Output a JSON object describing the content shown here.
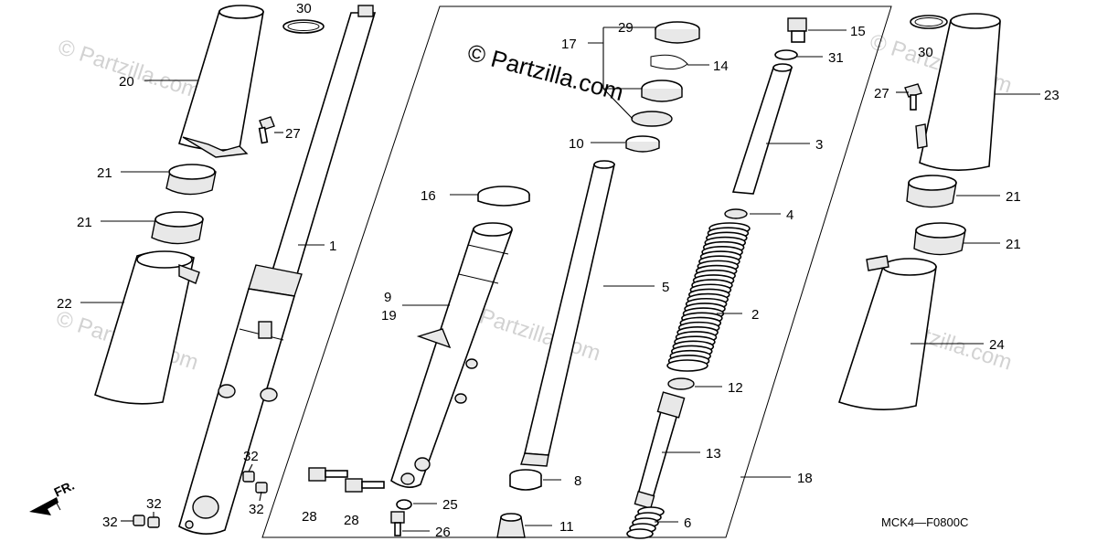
{
  "watermark": "© Partzilla.com",
  "copyright": "© Partzilla.com",
  "diagram_code": "MCK4—F0800C",
  "direction_label": "FR.",
  "callouts": {
    "c1": "1",
    "c2": "2",
    "c3": "3",
    "c4": "4",
    "c5": "5",
    "c6": "6",
    "c8": "8",
    "c9": "9",
    "c10": "10",
    "c11": "11",
    "c12": "12",
    "c13": "13",
    "c14": "14",
    "c15": "15",
    "c16": "16",
    "c17": "17",
    "c18": "18",
    "c19": "19",
    "c20": "20",
    "c21": "21",
    "c22": "22",
    "c23": "23",
    "c24": "24",
    "c25": "25",
    "c26": "26",
    "c27": "27",
    "c28": "28",
    "c29": "29",
    "c30": "30",
    "c31": "31",
    "c32": "32"
  }
}
